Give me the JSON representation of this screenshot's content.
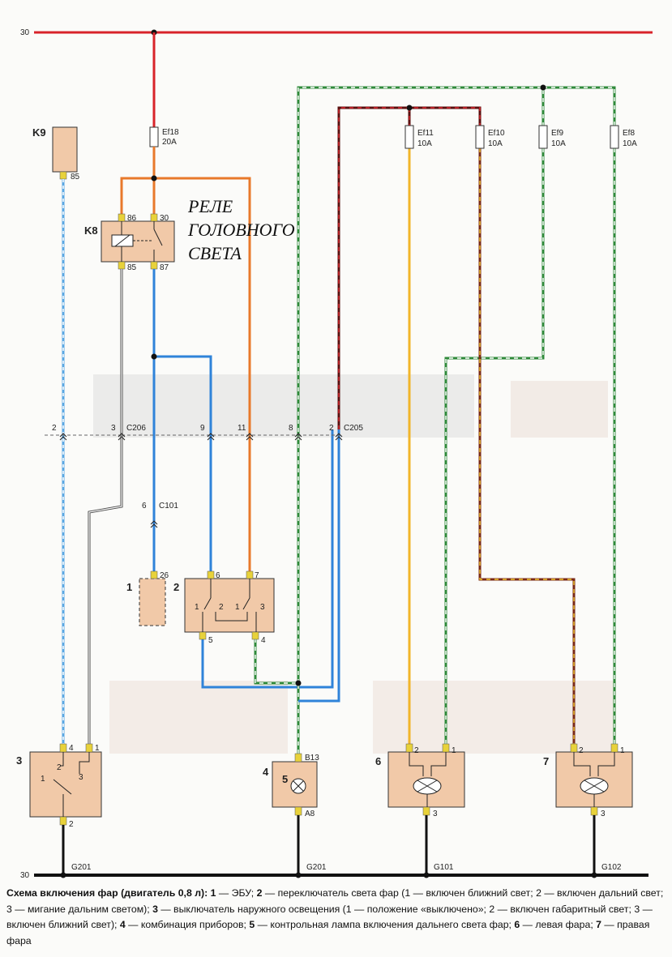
{
  "bus": {
    "top_label": "30",
    "bottom_label": "30"
  },
  "grounds": {
    "g201a": "G201",
    "g201b": "G201",
    "g101": "G101",
    "g102": "G102"
  },
  "connectors": {
    "c206": "C206",
    "c205": "C205",
    "c101": "C101"
  },
  "fuses": [
    {
      "id": "Ef18",
      "rating": "20A"
    },
    {
      "id": "Ef11",
      "rating": "10A"
    },
    {
      "id": "Ef10",
      "rating": "10A"
    },
    {
      "id": "Ef9",
      "rating": "10A"
    },
    {
      "id": "Ef8",
      "rating": "10A"
    }
  ],
  "relay_note": {
    "line1": "РЕЛЕ",
    "line2": "ГОЛОВНОГО",
    "line3": "СВЕТА"
  },
  "components": {
    "k9": "K9",
    "k8": "K8",
    "c1": "1",
    "c2": "2",
    "c3": "3",
    "c4": "4",
    "c5": "5",
    "c6": "6",
    "c7": "7"
  },
  "pins": {
    "k9_85": "85",
    "k8_86": "86",
    "k8_30": "30",
    "k8_85": "85",
    "k8_87": "87",
    "c206_2": "2",
    "c206_3": "3",
    "c205_9": "9",
    "c205_11": "11",
    "c205_8": "8",
    "c205_2": "2",
    "c101_6": "6",
    "c1_26": "26",
    "c2_6": "6",
    "c2_7": "7",
    "c2_5": "5",
    "c2_4": "4",
    "c2_s1a": "1",
    "c2_s2a": "2",
    "c2_s1b": "1",
    "c2_s3b": "3",
    "c3_4": "4",
    "c3_1": "1",
    "c3_2": "2",
    "c3_s1": "1",
    "c3_s2": "2",
    "c3_s3": "3",
    "c4_b13": "B13",
    "c4_a8": "A8",
    "c6_2": "2",
    "c6_1": "1",
    "c6_3": "3",
    "c7_2": "2",
    "c7_1": "1",
    "c7_3": "3"
  },
  "caption": {
    "title": "Схема включения фар (двигатель 0,8 л):",
    "items": [
      {
        "num": "1",
        "text": " — ЭБУ; "
      },
      {
        "num": "2",
        "text": " — переключатель света фар (1 — включен ближний свет; 2 — включен дальний свет; 3 — мигание дальним светом); "
      },
      {
        "num": "3",
        "text": " — выключатель наружного освещения (1 — положение «выключено»; 2 — включен габаритный свет; 3 — включен ближний свет); "
      },
      {
        "num": "4",
        "text": " — комбинация приборов; "
      },
      {
        "num": "5",
        "text": " — контрольная лампа включения дальнего света фар; "
      },
      {
        "num": "6",
        "text": " — левая фара; "
      },
      {
        "num": "7",
        "text": " — правая фара"
      }
    ]
  }
}
